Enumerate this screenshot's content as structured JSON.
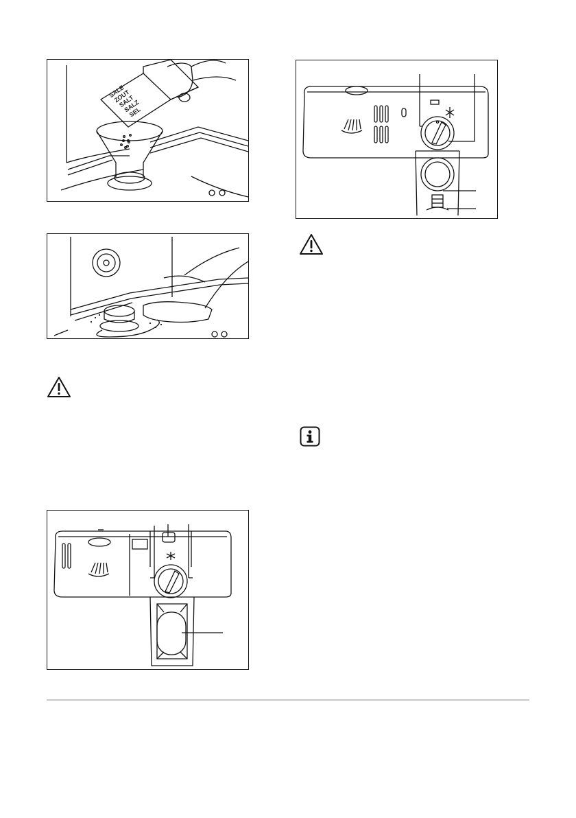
{
  "salt_box": {
    "labels": [
      "SALE",
      "ZOUT",
      "SALT",
      "SALZ",
      "SEL"
    ]
  },
  "footer": {
    "text": ""
  },
  "icons": {
    "warning_1": "warning-triangle-icon",
    "warning_2": "warning-triangle-icon",
    "info": "info-icon"
  }
}
